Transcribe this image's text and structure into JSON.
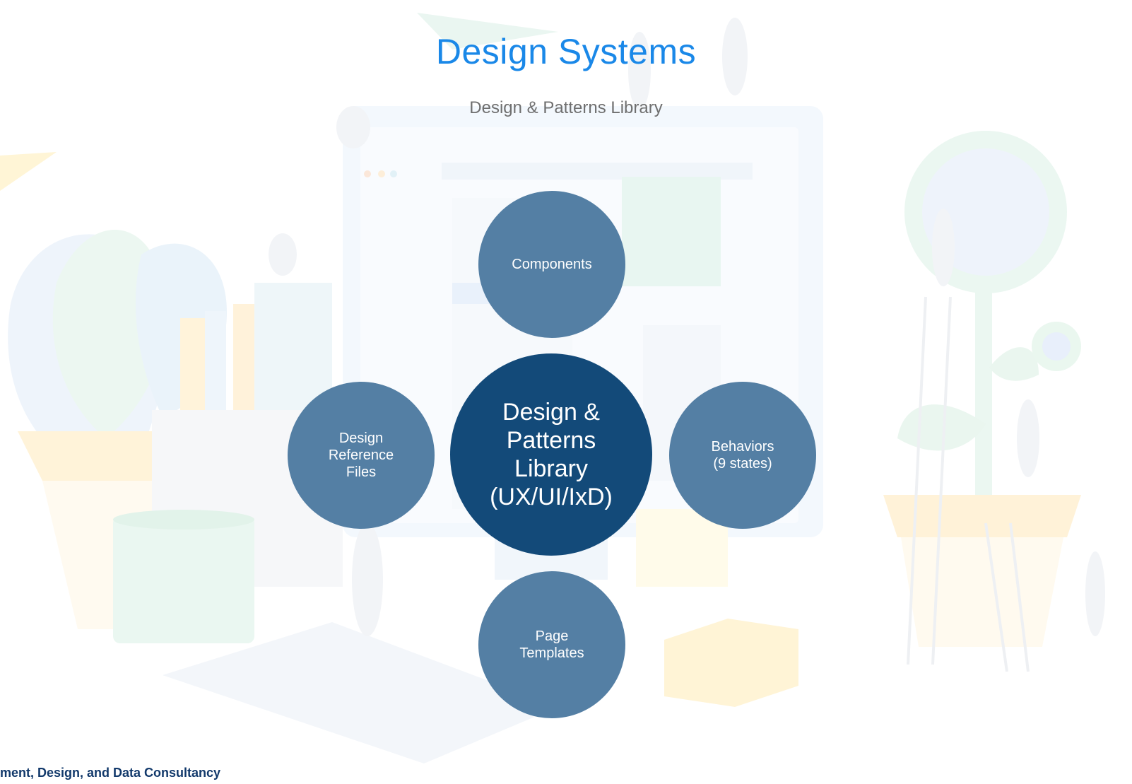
{
  "header": {
    "title": "Design Systems",
    "subtitle": "Design & Patterns Library"
  },
  "diagram": {
    "center": "Design &\nPatterns\nLibrary\n(UX/UI/IxD)",
    "nodes": {
      "top": "Components",
      "right": "Behaviors\n(9 states)",
      "bottom": "Page\nTemplates",
      "left": "Design\nReference\nFiles"
    }
  },
  "footer": {
    "text": "opment, Design, and Data Consultancy"
  },
  "colors": {
    "title": "#1a88e8",
    "outer_node": "#547fa4",
    "center_node": "#134a79",
    "footer": "#12396b"
  }
}
